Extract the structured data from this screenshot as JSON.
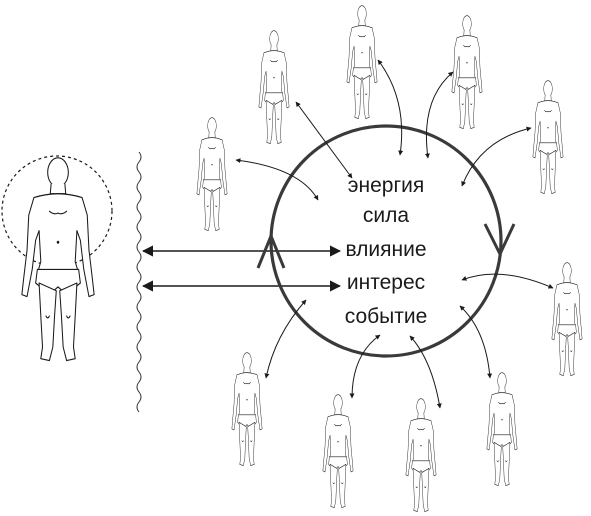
{
  "diagram": {
    "labels": [
      "энергия",
      "сила",
      "влияние",
      "интерес",
      "событие"
    ],
    "colors": {
      "ink": "#1a1a1a",
      "circle": "#3a3a3a",
      "background": "#ffffff"
    },
    "elements": {
      "central_circle": "cycle-circle",
      "person_figure": "person-icon",
      "wave_barrier": "wave-line"
    }
  }
}
